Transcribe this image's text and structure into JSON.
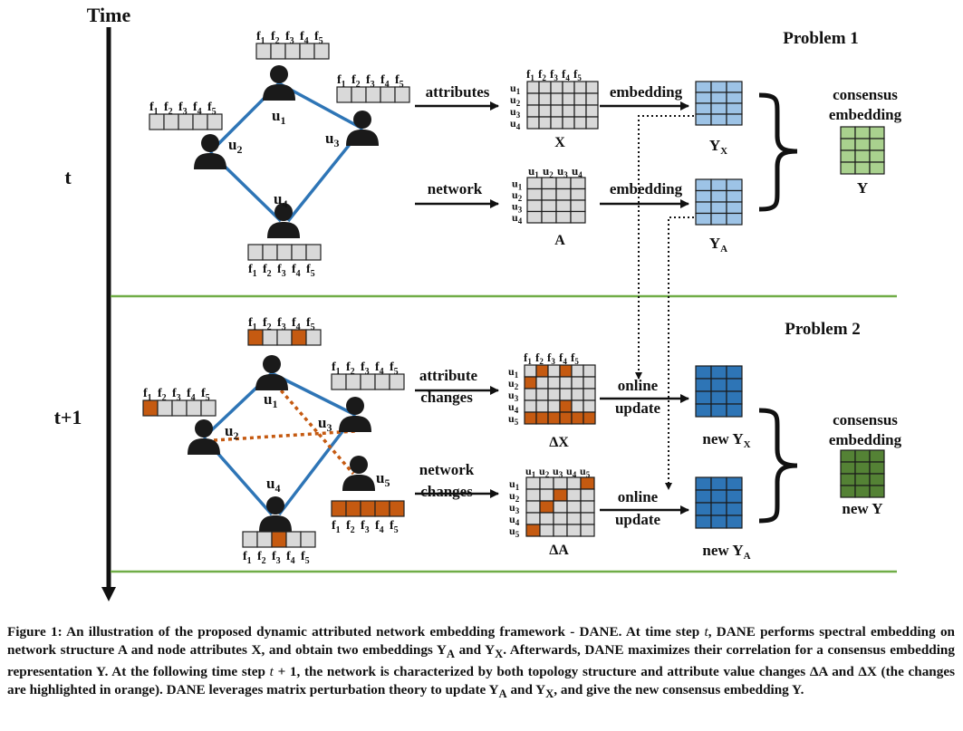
{
  "time_axis": {
    "label": "Time",
    "steps": [
      "t",
      "t+1"
    ]
  },
  "problems": [
    "Problem 1",
    "Problem 2"
  ],
  "features": [
    "f1",
    "f2",
    "f3",
    "f4",
    "f5"
  ],
  "nodes_t": [
    "u1",
    "u2",
    "u3",
    "u4"
  ],
  "nodes_t1": [
    "u1",
    "u2",
    "u3",
    "u4",
    "u5"
  ],
  "labels": {
    "attributes": "attributes",
    "network": "network",
    "embedding": "embedding",
    "attribute_changes": [
      "attribute",
      "changes"
    ],
    "network_changes": [
      "network",
      "changes"
    ],
    "online_update": [
      "online",
      "update"
    ],
    "consensus_embedding": [
      "consensus",
      "embedding"
    ]
  },
  "matrices": {
    "X": "X",
    "A": "A",
    "dX": "ΔX",
    "dA": "ΔA",
    "YX": "Y",
    "YX_sub": "X",
    "YA": "Y",
    "YA_sub": "A",
    "Y": "Y",
    "newYX": "new Y",
    "newYX_sub": "X",
    "newYA": "new Y",
    "newYA_sub": "A",
    "newY": "new Y"
  },
  "colors": {
    "edge": "#2e75b6",
    "change": "#c55a11",
    "cell": "#d9d9d9",
    "embed_light": "#9dc3e6",
    "embed_dark": "#2e75b6",
    "consensus_light": "#a9d18e",
    "consensus_dark": "#548235",
    "separator": "#70ad47"
  },
  "caption": {
    "p1": "Figure 1: An illustration of the proposed dynamic attributed network embedding framework - DANE. At time step ",
    "t": "t",
    "p2": ", DANE performs spectral embedding on network structure A and node attributes X, and obtain two embeddings Y",
    "sA": "A",
    "p3": " and Y",
    "sX": "X",
    "p4": ". Afterwards, DANE maximizes their correlation for a consensus embedding representation Y. At the following time step ",
    "t1": "t",
    "p5": " + 1, the network is characterized by both topology structure and attribute value changes ΔA and ΔX (the changes are highlighted in orange). DANE leverages matrix perturbation theory to update Y",
    "sA2": "A",
    "p6": " and Y",
    "sX2": "X",
    "p7": ", and give the new consensus embedding Y."
  }
}
